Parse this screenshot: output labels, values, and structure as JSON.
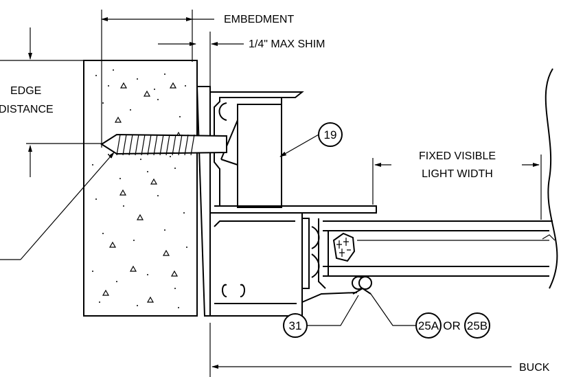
{
  "labels": {
    "embedment": "EMBEDMENT",
    "shim": "1/4\" MAX SHIM",
    "edge_line1": "EDGE",
    "edge_line2": "DISTANCE",
    "fixed_line1": "FIXED VISIBLE",
    "fixed_line2": "LIGHT WIDTH",
    "buck": "BUCK"
  },
  "callouts": {
    "c19": "19",
    "c31": "31",
    "c25a": "25A",
    "or": "OR",
    "c25b": "25B"
  }
}
